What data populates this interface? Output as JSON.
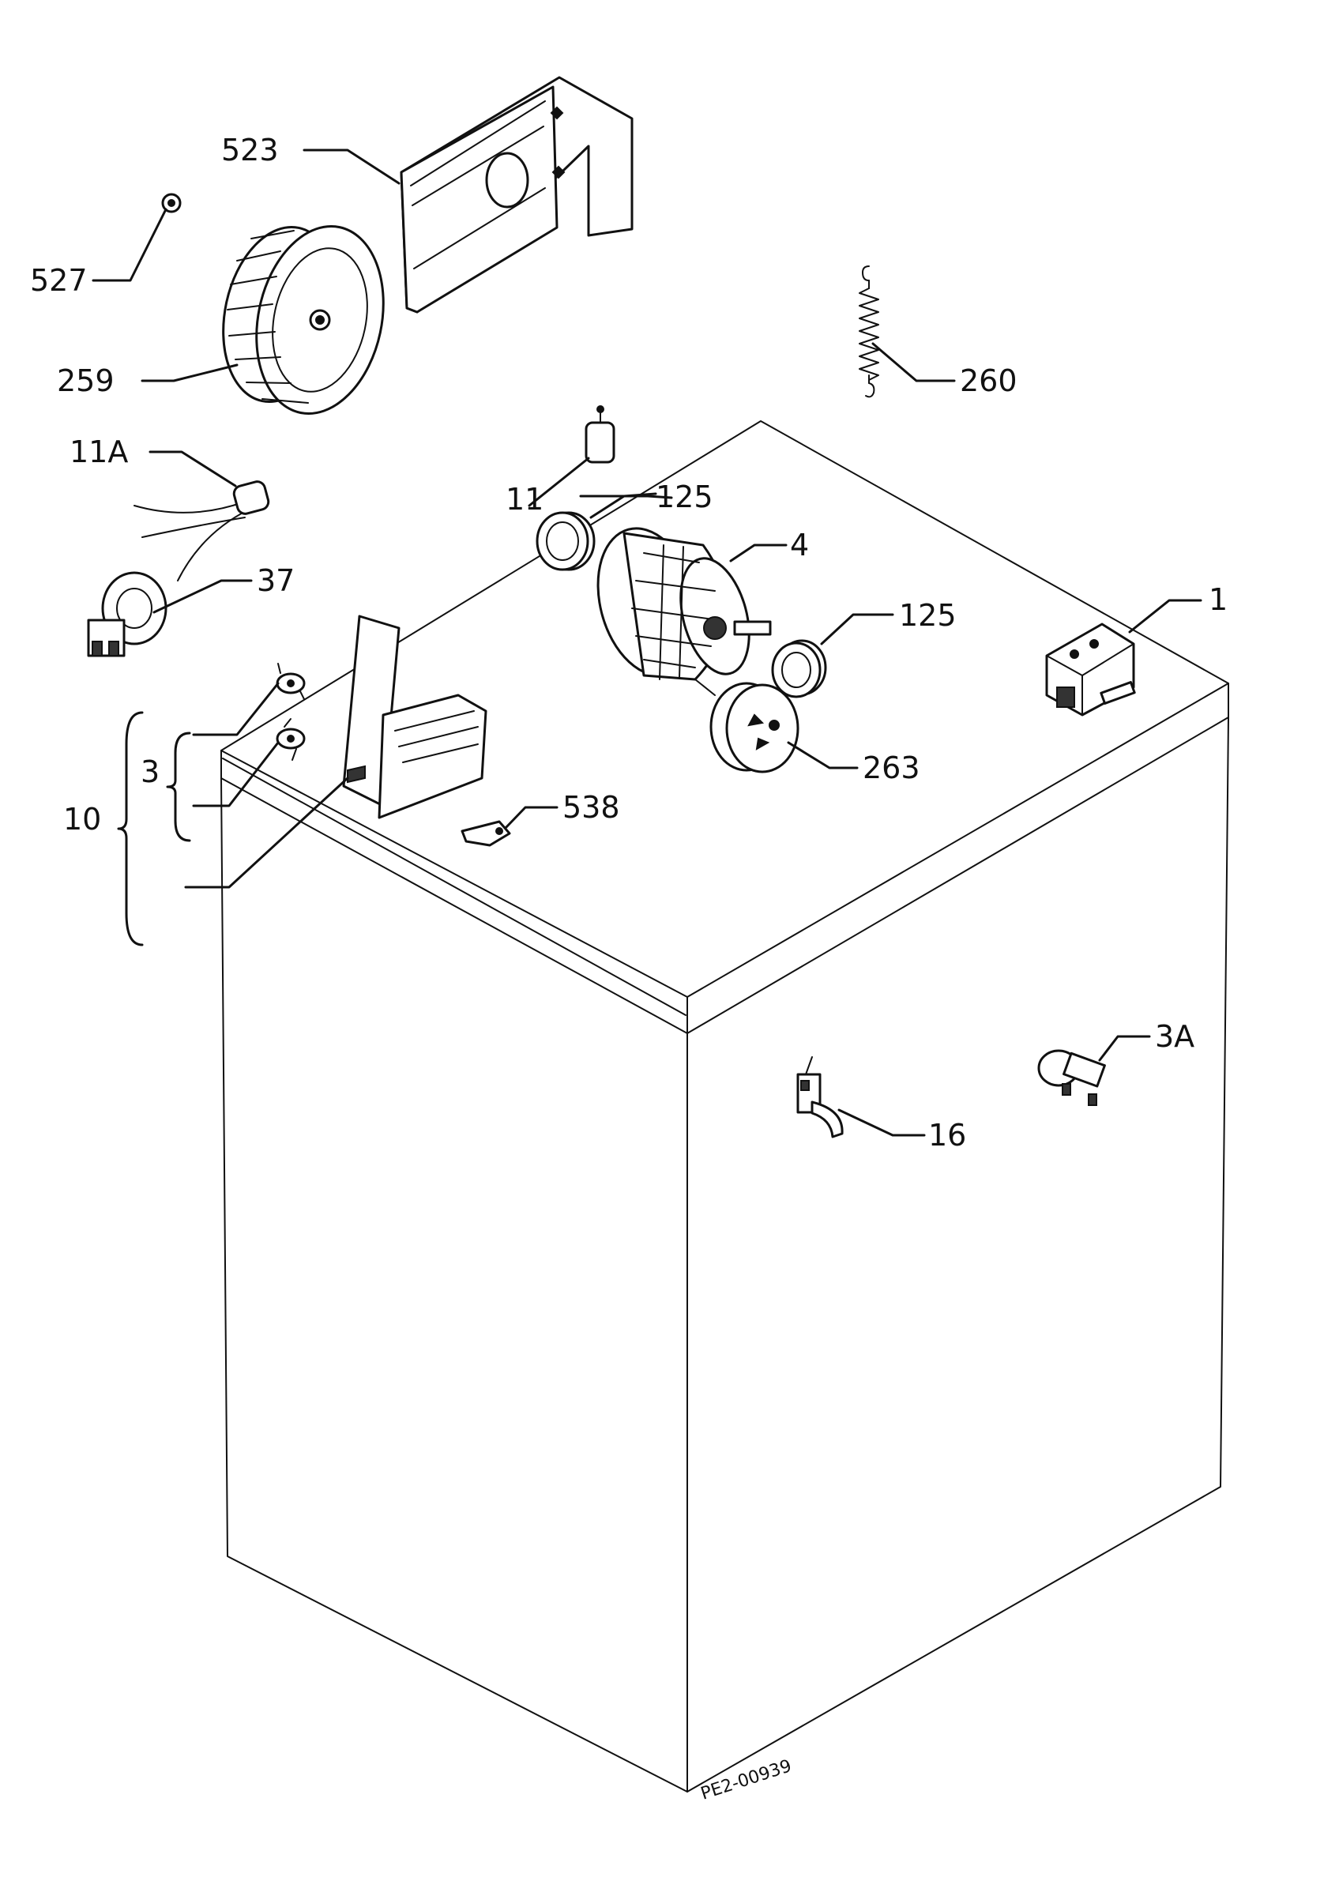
{
  "labels": {
    "p523": "523",
    "p527": "527",
    "p259": "259",
    "p260": "260",
    "p11A": "11A",
    "p11": "11",
    "p125a": "125",
    "p4": "4",
    "p37": "37",
    "p125b": "125",
    "p1": "1",
    "p3": "3",
    "p10": "10",
    "p263": "263",
    "p538": "538",
    "p3A": "3A",
    "p16": "16"
  },
  "drawing_code": "PE2-00939"
}
